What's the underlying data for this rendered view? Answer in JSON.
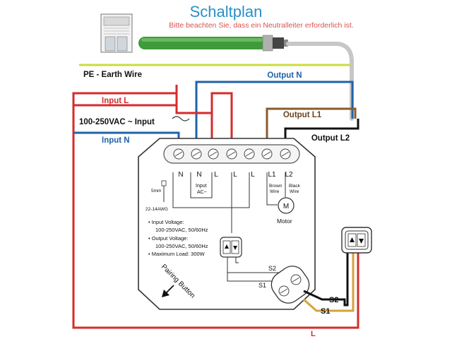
{
  "header": {
    "title": "Schaltplan",
    "subtitle": "Bitte beachten Sie, dass ein Neutralleiter erforderlich ist."
  },
  "wires": {
    "pe_earth": "PE - Earth Wire",
    "output_n": "Output N",
    "input_l": "Input L",
    "supply": "100-250VAC ~ Input",
    "input_n": "Input N",
    "output_l1": "Output L1",
    "output_l2": "Output L2",
    "s1": "S1",
    "s2": "S2",
    "l_bottom": "L"
  },
  "module": {
    "terminals": [
      "N",
      "N",
      "L",
      "L",
      "L",
      "L1",
      "L2"
    ],
    "input_ac": [
      "Input",
      "AC~"
    ],
    "brown_wire": [
      "Brown",
      "Wire"
    ],
    "black_wire": [
      "Black",
      "Wire"
    ],
    "strip_length": "5mm",
    "gauge": "22-14AWG",
    "motor_symbol": "M",
    "motor_label": "Motor",
    "specs": [
      "• Input Voltage:",
      "100-250VAC, 50/60Hz",
      "• Output Voltage:",
      "100-250VAC, 50/60Hz",
      "• Maximum Load: 300W"
    ],
    "s2": "S2",
    "s1": "S1",
    "pairing": "Pairing Button"
  },
  "colors": {
    "title": "#2a8fc9",
    "subtitle": "#d9534f",
    "earth": "#c9dd3a",
    "neutral": "#1f63a8",
    "live": "#d62b2b",
    "brown": "#8a5a2b",
    "black": "#111111",
    "gold": "#d7a23a",
    "tube": "#3e9b3a"
  }
}
